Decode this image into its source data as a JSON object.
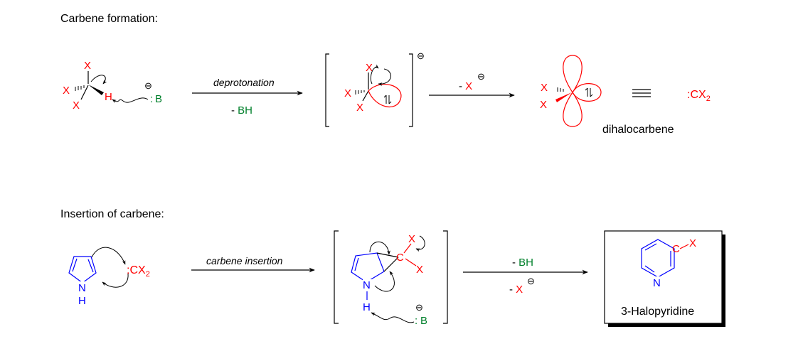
{
  "colors": {
    "halogen": "#ff0000",
    "base": "#00802b",
    "nitrogen": "#0000ff",
    "black": "#000000"
  },
  "section1": {
    "heading": "Carbene formation:",
    "reagent": {
      "x_top": "X",
      "x_left": "X",
      "x_bottom": "X",
      "hydrogen": "H",
      "base_dot": ":",
      "base": "B",
      "charge": "⊖"
    },
    "arrow1": {
      "above": "deprotonation",
      "below_dash": "- ",
      "below_bh": "BH"
    },
    "intermediate": {
      "x_top": "X",
      "x_left": "X",
      "x_bottom": "X",
      "charge": "⊖"
    },
    "arrow2": {
      "above_dash": "- ",
      "above_x": "X",
      "charge": "⊖"
    },
    "carbene": {
      "x_top": "X",
      "x_bottom": "X",
      "label": "dihalocarbene"
    },
    "equivalent": {
      "sign": "≡",
      "colon": ":",
      "formula": "CX",
      "subscript": "2"
    }
  },
  "section2": {
    "heading": "Insertion of carbene:",
    "pyrrole": {
      "n": "N",
      "h": "H",
      "carbene_colon": ":",
      "carbene": "CX",
      "carbene_sub": "2"
    },
    "arrow1": {
      "above": "carbene insertion"
    },
    "intermediate": {
      "x_top": "X",
      "c": "C",
      "x_right": "X",
      "n": "N",
      "h": "H",
      "base_colon": ":",
      "base": "B",
      "charge": "⊖"
    },
    "arrow2": {
      "above_dash": "- ",
      "above_bh": "BH",
      "below_dash": "- ",
      "below_x": "X",
      "charge": "⊖"
    },
    "product": {
      "c": "C",
      "x": "X",
      "n": "N",
      "label": "3-Halopyridine"
    }
  }
}
